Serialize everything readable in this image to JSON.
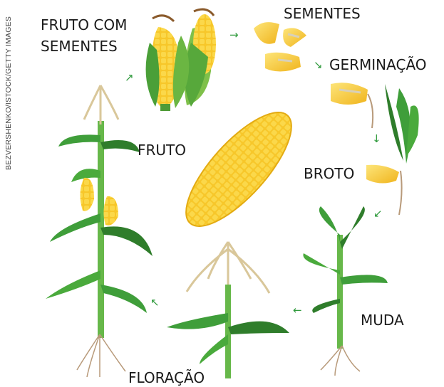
{
  "credit": "BEZVERSHENKO/ISTOCK/GETTY IMAGES",
  "labels": {
    "fruto_com_sementes": "FRUTO COM\nSEMENTES",
    "sementes": "SEMENTES",
    "germinacao": "GERMINAÇÃO",
    "broto": "BROTO",
    "muda": "MUDA",
    "floracao": "FLORAÇÃO",
    "fruto": "FRUTO"
  },
  "colors": {
    "arrow": "#2f9a3c",
    "leaf": "#3f9e3a",
    "leaf_dark": "#2f7d2b",
    "stem": "#67b84a",
    "kernel": "#f7c72a",
    "kernel_light": "#fde57a",
    "silk": "#8a5a2b",
    "root": "#b89a7a",
    "tassel": "#d9c79a"
  },
  "icons": {
    "arrows": "arrow-glyphs"
  }
}
